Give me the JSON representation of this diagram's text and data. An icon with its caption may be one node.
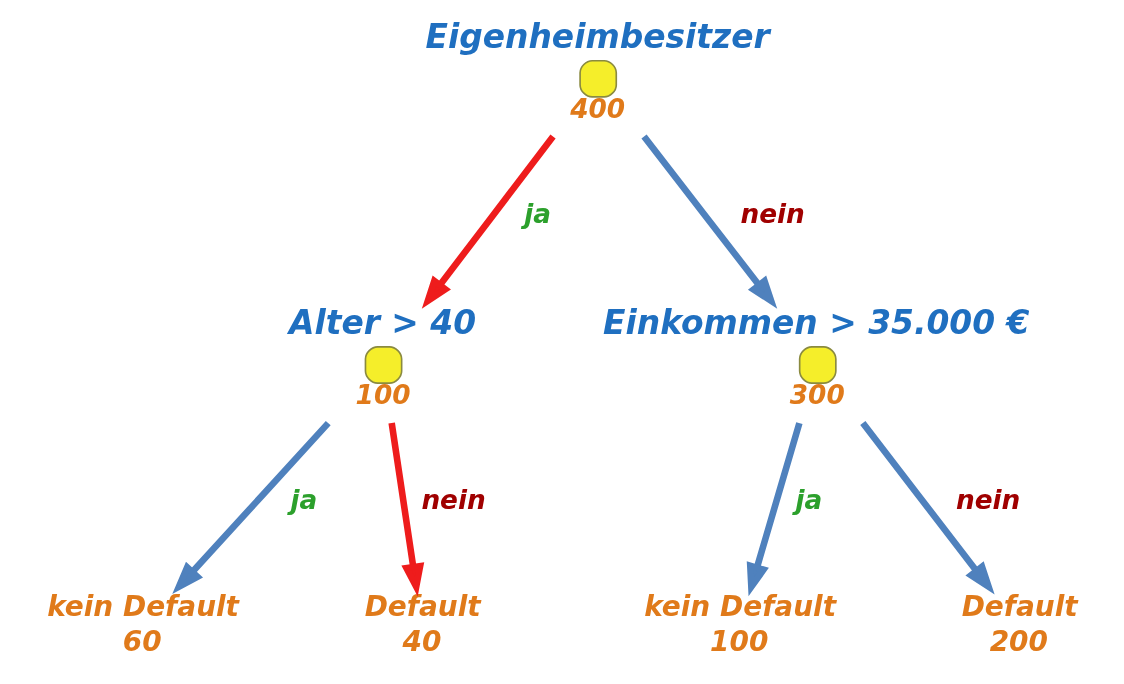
{
  "diagram": {
    "nodes": [
      {
        "text": [
          "Eigenheimbesitzer"
        ],
        "beside": [
          "400"
        ]
      },
      {
        "text": [
          "Alter > 40"
        ],
        "beside": [
          "100"
        ]
      },
      {
        "text": [
          "Einkommen > 35.000 €"
        ],
        "beside": [
          "300"
        ]
      },
      {
        "text": [
          "kein Default",
          "60"
        ]
      },
      {
        "text": [
          "Default",
          "40"
        ]
      },
      {
        "text": [
          "kein Default",
          "100"
        ]
      },
      {
        "text": [
          "Default",
          "200"
        ]
      }
    ],
    "edges": [
      {
        "from": 0,
        "to": 1,
        "arrow": "to",
        "label": "ja",
        "color": "#ee1c1c"
      },
      {
        "from": 0,
        "to": 2,
        "arrow": "to",
        "label": "nein"
      },
      {
        "from": 1,
        "to": 3,
        "arrow": "to",
        "label": "ja"
      },
      {
        "from": 1,
        "to": 4,
        "arrow": "to",
        "label": "nein",
        "color": "#ee1c1c"
      },
      {
        "from": 2,
        "to": 5,
        "arrow": "to",
        "label": "ja"
      },
      {
        "from": 2,
        "to": 6,
        "arrow": "to",
        "label": "nein"
      }
    ]
  }
}
